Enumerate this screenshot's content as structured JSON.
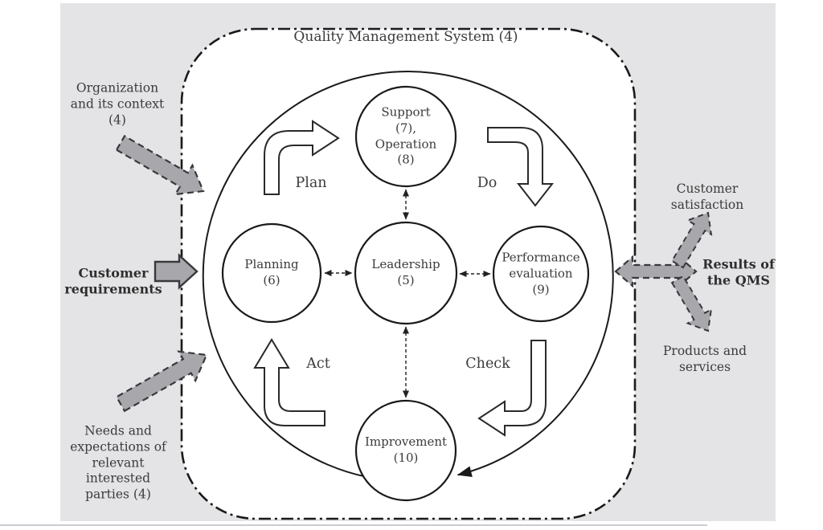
{
  "title": "Quality Management System (4)",
  "pdca": {
    "plan": "Plan",
    "do": "Do",
    "act": "Act",
    "check": "Check"
  },
  "nodes": {
    "support_operation": "Support\n(7),\nOperation\n(8)",
    "planning": "Planning\n(6)",
    "leadership": "Leadership\n(5)",
    "performance_evaluation": "Performance\nevaluation\n(9)",
    "improvement": "Improvement\n(10)"
  },
  "inputs": {
    "organization_context": "Organization\nand its context\n(4)",
    "customer_requirements": "Customer\nrequirements",
    "needs_expectations": "Needs and\nexpectations of\nrelevant\ninterested\nparties (4)"
  },
  "outputs": {
    "customer_satisfaction": "Customer\nsatisfaction",
    "results_of_qms": "Results of\nthe QMS",
    "products_services": "Products and\nservices"
  },
  "colors": {
    "panel_gray": "#e4e4e6",
    "arrow_gray": "#a8a8ac",
    "ink": "#1a1a1a",
    "text": "#3b3b3b"
  }
}
